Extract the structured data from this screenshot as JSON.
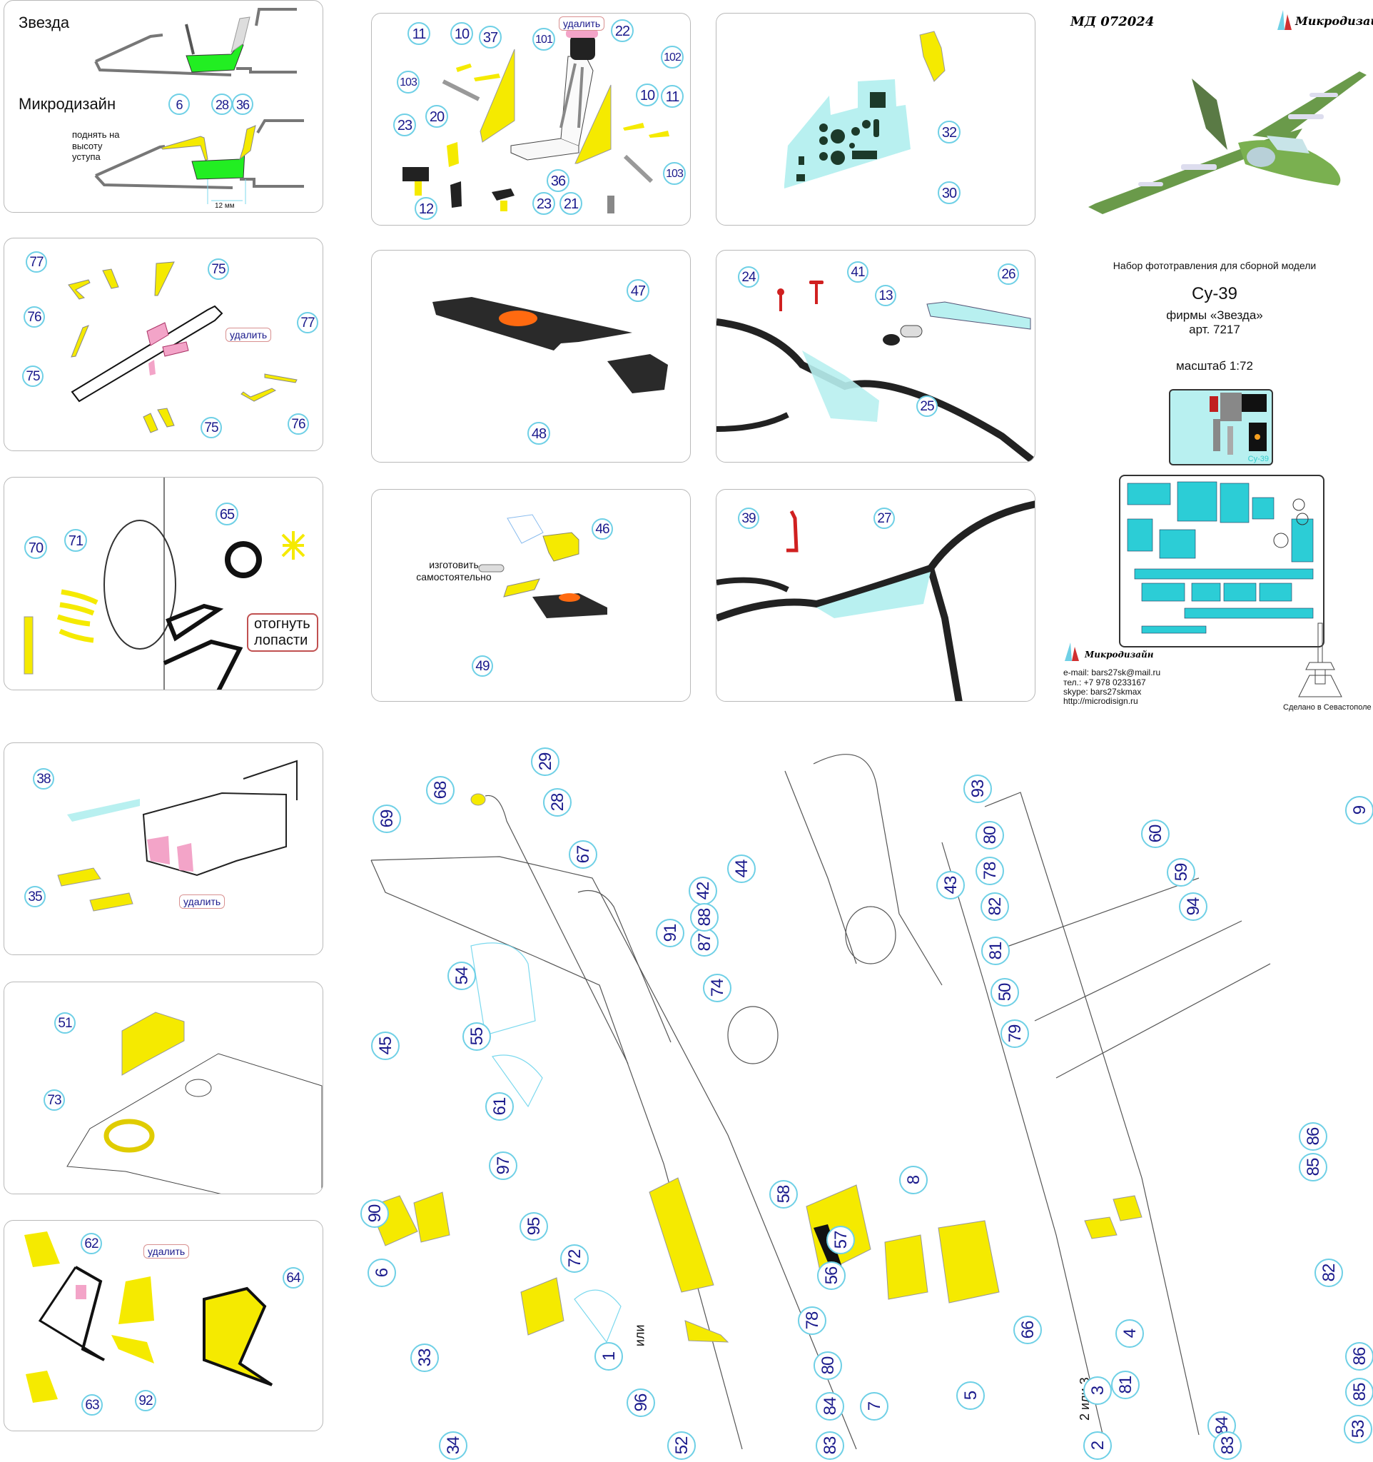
{
  "header": {
    "catalog_code": "МД 072024",
    "brand_name": "Микродизайн",
    "colors": {
      "brass": "#f5ea00",
      "film": "#b8f0f0",
      "remove": "#f3a4c8",
      "callout_text": "#1a1a8c",
      "callout_ring": "#6fd0e6",
      "red_arrow": "#d04040",
      "blue_arrow": "#2020a0"
    }
  },
  "product": {
    "subtitle": "Набор фототравления для сборной модели",
    "model": "Су-39",
    "manufacturer": "фирмы «Звезда»",
    "article": "арт. 7217",
    "scale": "масштаб 1:72",
    "fret_label": "Су-39",
    "fret_code": "МД 072024"
  },
  "contacts": {
    "brand_name": "Микродизайн",
    "email": "e-mail: bars27sk@mail.ru",
    "phone": "тел.: +7 978 0233167",
    "skype": "skype: bars27skmax",
    "website": "http://microdisign.ru",
    "made_in": "Сделано в Севастополе"
  },
  "panels": {
    "comparison": {
      "label_top": "Звезда",
      "label_bottom": "Микродизайн",
      "note": "поднять на высоту уступа",
      "dimension": "12 мм",
      "callouts": [
        "6",
        "28",
        "36"
      ]
    },
    "seat": {
      "remove_label": "удалить",
      "callouts": [
        "11",
        "10",
        "37",
        "101",
        "22",
        "102",
        "103",
        "10",
        "11",
        "23",
        "20",
        "103",
        "12",
        "36",
        "23",
        "21"
      ]
    },
    "instrument_panel": {
      "callouts": [
        "32",
        "30"
      ]
    },
    "gun": {
      "remove_label": "удалить",
      "callouts": [
        "77",
        "75",
        "76",
        "77",
        "75",
        "75",
        "76"
      ]
    },
    "wheel_fan": {
      "callouts": [
        "70",
        "71",
        "65"
      ],
      "bend_label": "отогнуть лопасти"
    },
    "floor": {
      "callouts": [
        "47",
        "48"
      ]
    },
    "sight": {
      "note": "изготовить самостоятельно",
      "callouts": [
        "46",
        "49"
      ]
    },
    "canopy_frame": {
      "callouts": [
        "24",
        "41",
        "13",
        "26",
        "25"
      ]
    },
    "canopy_side": {
      "callouts": [
        "39",
        "27"
      ]
    },
    "console": {
      "remove_label": "удалить",
      "callouts": [
        "38",
        "35"
      ]
    },
    "spine": {
      "callouts": [
        "51",
        "73"
      ]
    },
    "windscreen": {
      "remove_label": "удалить",
      "callouts": [
        "62",
        "64",
        "92",
        "63"
      ]
    }
  },
  "main_drawing": {
    "or_label": "или",
    "callouts_left_aircraft": [
      "29",
      "68",
      "28",
      "69",
      "67",
      "42",
      "44",
      "43",
      "87",
      "88",
      "91",
      "54",
      "74",
      "55",
      "45",
      "61",
      "97",
      "90",
      "58",
      "95",
      "57",
      "72",
      "56",
      "6",
      "33",
      "1",
      "78",
      "80",
      "96",
      "84",
      "34",
      "52",
      "83"
    ],
    "callouts_right_aircraft": [
      "93",
      "80",
      "60",
      "78",
      "59",
      "82",
      "81",
      "94",
      "50",
      "79",
      "9",
      "8",
      "86",
      "85",
      "66",
      "5",
      "7",
      "4",
      "82",
      "86",
      "85",
      "81",
      "2",
      "3",
      "84",
      "83",
      "53"
    ],
    "alt_label": "2 или 3"
  }
}
